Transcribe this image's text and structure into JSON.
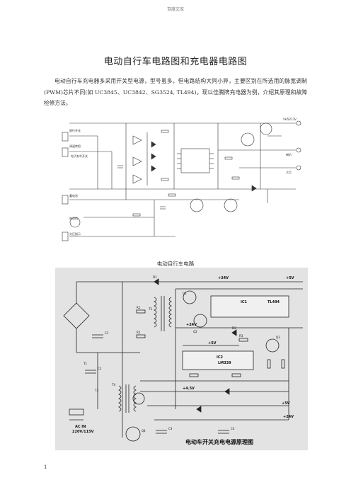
{
  "header": {
    "text": "百度文库"
  },
  "document": {
    "title": "电动自行车电路图和充电器电路图",
    "intro": "电动自行车充电器多采用开关型电源，型号虽多，但电路结构大同小异，主要区别在所选用的脉宽调制(PWM)芯片不同(如 UC3845、UC3842、SG3524, TL494)。现以佳腾牌充电器为例，介绍其原理和故障检修方法。"
  },
  "figure1": {
    "caption": "电动自行车电路",
    "labels": {
      "brake_switch": "限行开关",
      "speed_handle": "调速转把",
      "ecu": "电子刹车开关",
      "motor": "电动机",
      "battery": "蓄电池",
      "indicator": "欠压指示",
      "horn": "喇叭",
      "light": "大灯",
      "lamp_out": "VH5V13V"
    }
  },
  "figure2": {
    "caption": "电动车开关充电电源原理图",
    "ic_labels": {
      "ic1": "IC1",
      "ic1_part": "TL494",
      "ic2": "IC2",
      "ic2_part": "LM339"
    },
    "rail_labels": {
      "v24_top": "+24V",
      "v5_top": "+5V",
      "v24_mid": "+24V",
      "v5_mid": "+5V",
      "v14": "+4.5V",
      "ac_in": "AC IN",
      "ac_volt": "220V/115V",
      "out1": "+5V",
      "out2": "+24V"
    },
    "parts": [
      "T1",
      "T2",
      "T3",
      "T4",
      "C1",
      "C2",
      "C3",
      "C4",
      "Q1",
      "Q2",
      "Q3",
      "Q4",
      "R1",
      "R2",
      "R3",
      "D1",
      "D2"
    ]
  },
  "footer": {
    "page_number": "1"
  }
}
